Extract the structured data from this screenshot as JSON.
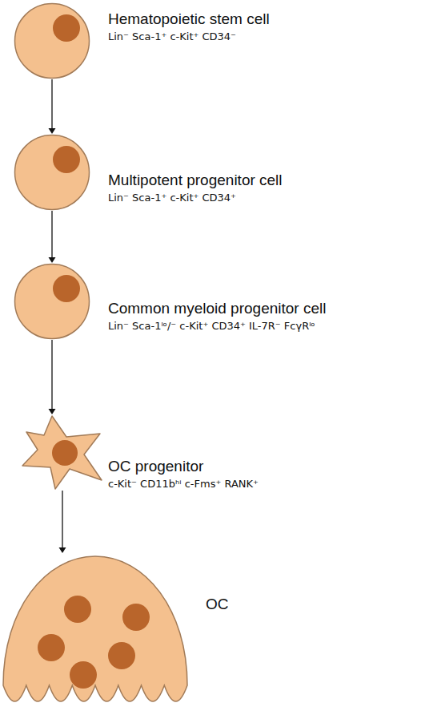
{
  "diagram": {
    "nodes": [
      {
        "text": [
          "Hematopoietic stem cell",
          "Lin⁻ Sca-1⁺ c-Kit⁺ CD34⁻"
        ]
      },
      {
        "text": [
          "Multipotent progenitor cell",
          "Lin⁻ Sca-1⁺ c-Kit⁺ CD34⁺"
        ]
      },
      {
        "text": [
          "Common myeloid progenitor cell",
          "Lin⁻ Sca-1ˡᵒ/⁻ c-Kit⁺ CD34⁺ IL-7R⁻ FcγRˡᵒ"
        ]
      },
      {
        "text": [
          "OC progenitor",
          "c-Kit⁻ CD11bʰⁱ c-Fms⁺ RANK⁺"
        ]
      },
      {
        "text": [
          "OC"
        ]
      }
    ],
    "edges": [
      {
        "from": 0,
        "to": 1,
        "arrow": "to"
      },
      {
        "from": 1,
        "to": 2,
        "arrow": "to"
      },
      {
        "from": 2,
        "to": 3,
        "arrow": "to"
      },
      {
        "from": 3,
        "to": 4,
        "arrow": "to"
      }
    ]
  }
}
